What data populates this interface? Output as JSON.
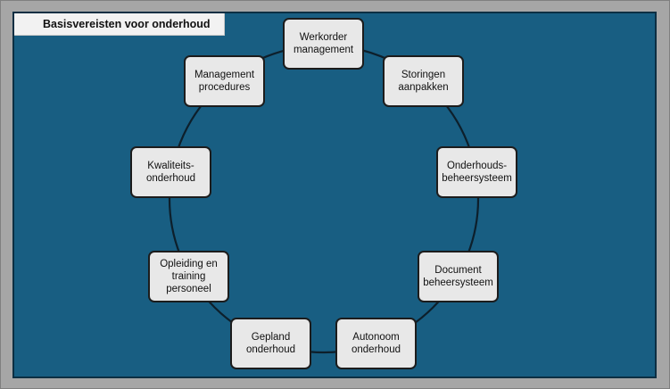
{
  "title": "Basisvereisten voor onderhoud",
  "colors": {
    "panel": "#185e82",
    "node_fill": "#e8e8e8",
    "node_border": "#1c1c1c",
    "outer": "#a6a6a6"
  },
  "nodes": [
    {
      "id": "werkorder",
      "label": "Werkorder\nmanagement"
    },
    {
      "id": "storingen",
      "label": "Storingen\naanpakken"
    },
    {
      "id": "onderhoudsbeheer",
      "label": "Onderhouds-\nbeheersysteem"
    },
    {
      "id": "documentbeheer",
      "label": "Document\nbeheersysteem"
    },
    {
      "id": "autonoom",
      "label": "Autonoom\nonderhoud"
    },
    {
      "id": "gepland",
      "label": "Gepland\nonderhoud"
    },
    {
      "id": "opleiding",
      "label": "Opleiding en\ntraining\npersoneel"
    },
    {
      "id": "kwaliteit",
      "label": "Kwaliteits-\nonderhoud"
    },
    {
      "id": "management",
      "label": "Management\nprocedures"
    }
  ]
}
